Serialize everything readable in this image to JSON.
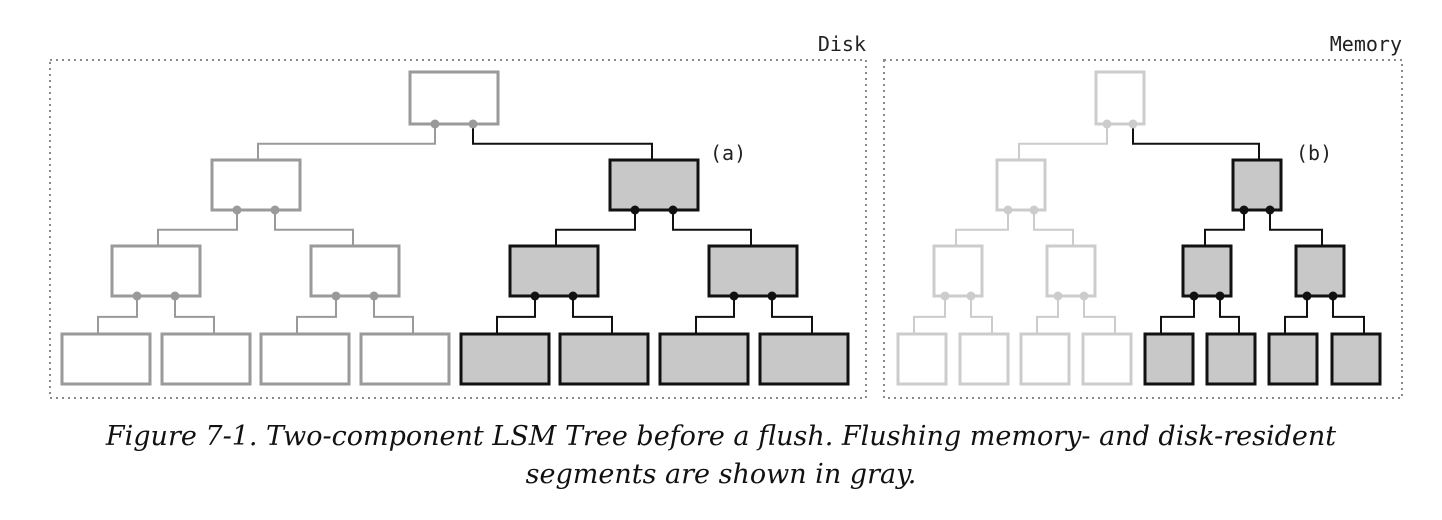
{
  "panels": {
    "disk": {
      "label": "Disk",
      "tag": "(a)"
    },
    "memory": {
      "label": "Memory",
      "tag": "(b)"
    }
  },
  "caption": {
    "line1": "Figure 7-1. Two-component LSM Tree before a flush. Flushing memory- and disk-resident",
    "line2": "segments are shown in gray."
  },
  "colors": {
    "frame": "#8a8a8a",
    "disk_inactive_stroke": "#9a9a9a",
    "memory_inactive_stroke": "#cccccc",
    "active_stroke": "#111111",
    "active_fill": "#c8c8c8",
    "inactive_fill": "#ffffff"
  }
}
